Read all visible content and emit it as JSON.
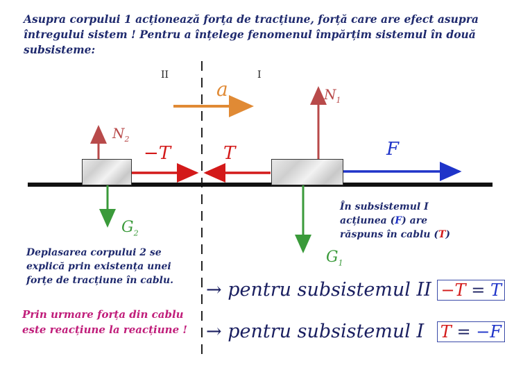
{
  "intro_text": "Asupra corpului 1 acționează forța de tracțiune, forță care are efect asupra întregului sistem ! Pentru a înțelege fenomenul împărțim sistemul în două subsisteme:",
  "subsystem_labels": {
    "left": "II",
    "right": "I"
  },
  "vectors": {
    "a": {
      "symbol": "a",
      "subscript": ""
    },
    "N1": {
      "symbol": "N",
      "subscript": "1"
    },
    "N2": {
      "symbol": "N",
      "subscript": "2"
    },
    "T_neg": {
      "symbol": "−T",
      "subscript": ""
    },
    "T": {
      "symbol": "T",
      "subscript": ""
    },
    "F": {
      "symbol": "F",
      "subscript": ""
    },
    "G1": {
      "symbol": "G",
      "subscript": "1"
    },
    "G2": {
      "symbol": "G",
      "subscript": "2"
    }
  },
  "note_right": {
    "line1": "În subsistemul I",
    "line2a": "acțiunea (",
    "line2f": "F",
    "line2b": ") are",
    "line3a": "răspuns în cablu (",
    "line3t": "T",
    "line3b": ")"
  },
  "note_left": "Deplasarea corpului 2 se explică prin existența unei forțe de tracțiune în cablu.",
  "note_red": "Prin urmare forța din cablu este reacțiune la reacțiune !",
  "equations": [
    {
      "arrow": "→",
      "text": "pentru subsistemul II",
      "lhs": "−T",
      "eq": "=",
      "rhs": "T"
    },
    {
      "arrow": "→",
      "text": "pentru subsistemul I",
      "lhs": "T",
      "eq": "=",
      "rhs": "−F"
    }
  ],
  "colors": {
    "orange": "#e08a35",
    "red": "#d31a1a",
    "blue": "#1f34c9",
    "green": "#3a9a3a",
    "darkred": "#b84a4a",
    "navy": "#1f2a6e"
  }
}
